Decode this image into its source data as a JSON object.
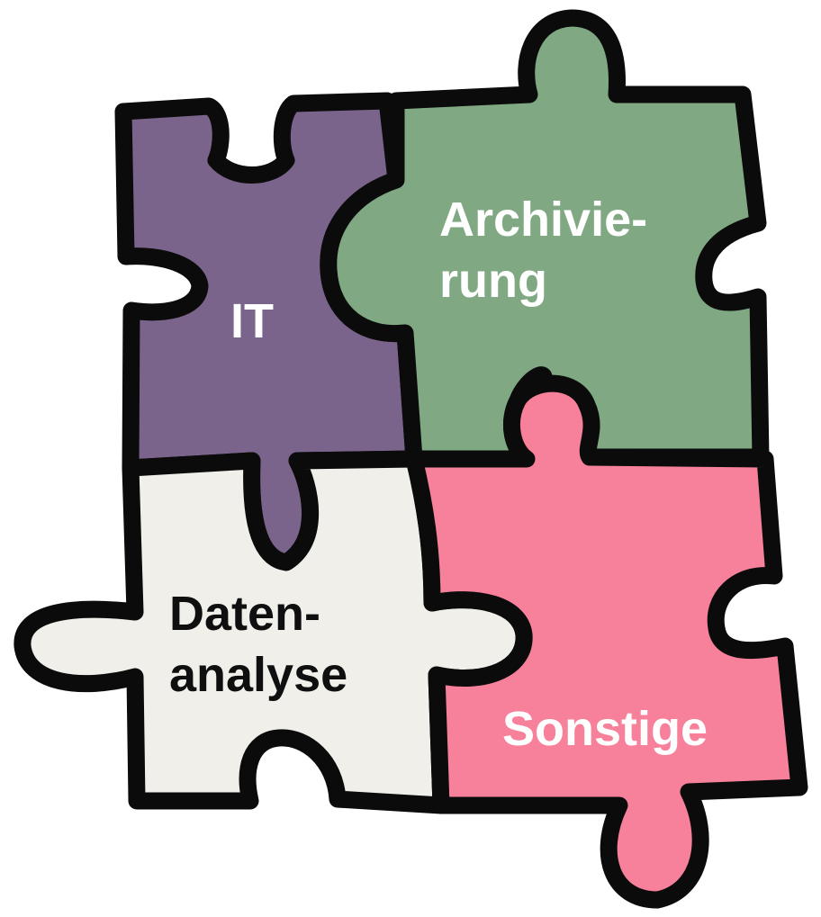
{
  "pieces": [
    {
      "key": "it",
      "lines": [
        "IT"
      ],
      "fill": "#7b648b",
      "text_color": "#ffffff"
    },
    {
      "key": "archivierung",
      "lines": [
        "Archivie-",
        "rung"
      ],
      "fill": "#7fa883",
      "text_color": "#ffffff"
    },
    {
      "key": "datenanalyse",
      "lines": [
        "Daten-",
        "analyse"
      ],
      "fill": "#f0efea",
      "text_color": "#0f0f0f"
    },
    {
      "key": "sonstige",
      "lines": [
        "Sonstige"
      ],
      "fill": "#f7809a",
      "text_color": "#ffffff"
    }
  ]
}
